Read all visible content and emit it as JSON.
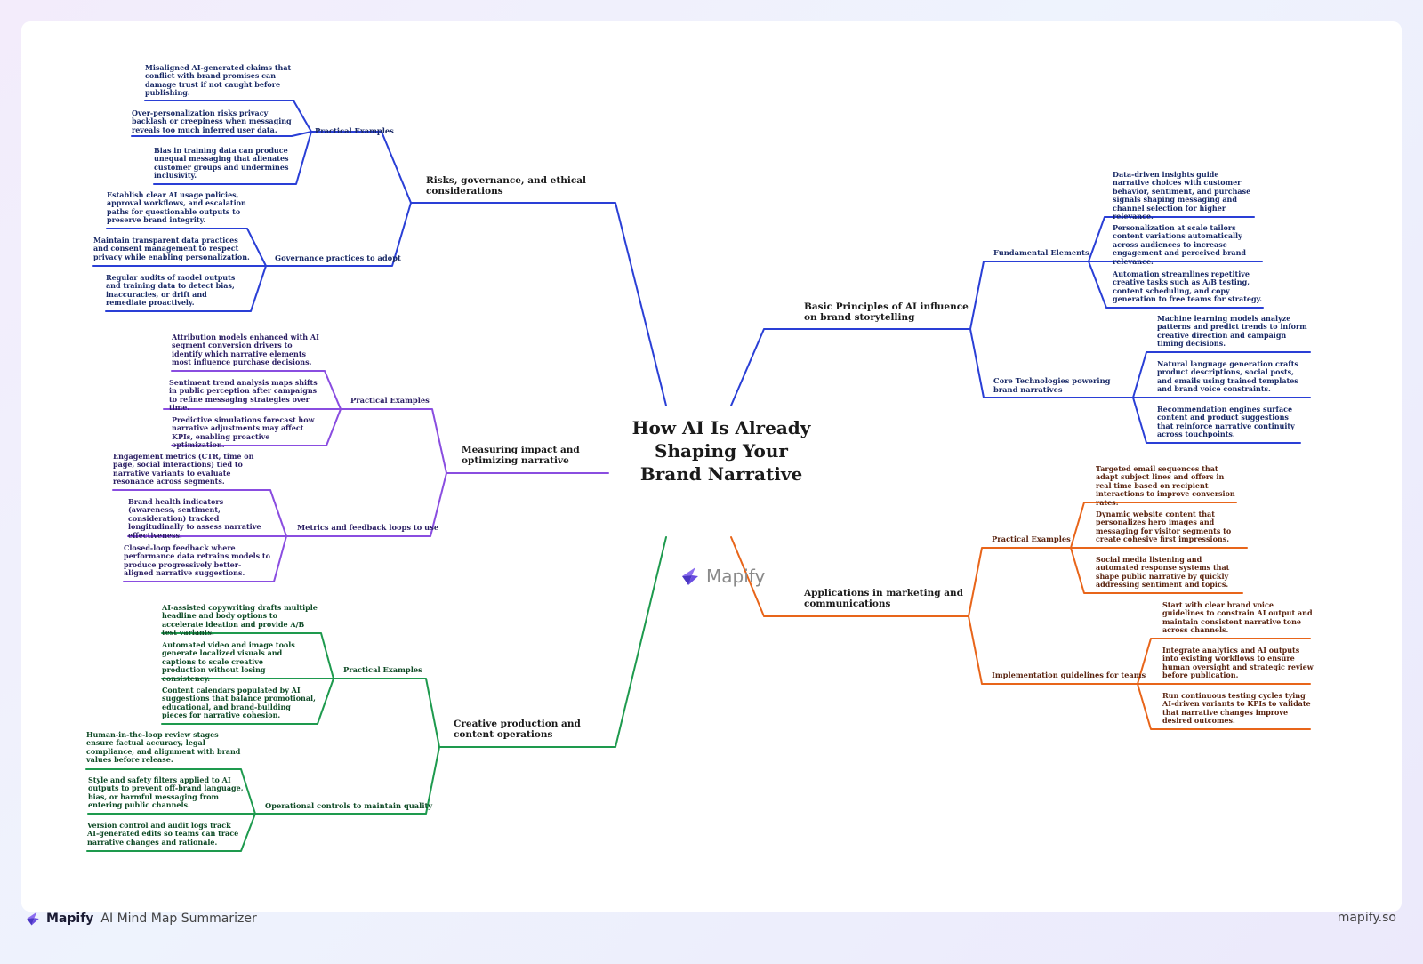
{
  "root": {
    "title": "How AI Is Already Shaping Your Brand Narrative",
    "logo_label": "Mapify"
  },
  "colors": {
    "blue": "#2a3fd6",
    "purple": "#8a4de0",
    "green": "#1e9a4e",
    "orange": "#e8651a"
  },
  "branches": {
    "risks": {
      "label": "Risks, governance, and ethical considerations",
      "practical": {
        "label": "Practical Examples",
        "leaves": [
          "Misaligned AI-generated claims that conflict with brand promises can damage trust if not caught before publishing.",
          "Over-personalization risks privacy backlash or creepiness when messaging reveals too much inferred user data.",
          "Bias in training data can produce unequal messaging that alienates customer groups and undermines inclusivity."
        ]
      },
      "governance": {
        "label": "Governance practices to adopt",
        "leaves": [
          "Establish clear AI usage policies, approval workflows, and escalation paths for questionable outputs to preserve brand integrity.",
          "Maintain transparent data practices and consent management to respect privacy while enabling personalization.",
          "Regular audits of model outputs and training data to detect bias, inaccuracies, or drift and remediate proactively."
        ]
      }
    },
    "measuring": {
      "label": "Measuring impact and optimizing narrative",
      "practical": {
        "label": "Practical Examples",
        "leaves": [
          "Attribution models enhanced with AI segment conversion drivers to identify which narrative elements most influence purchase decisions.",
          "Sentiment trend analysis maps shifts in public perception after campaigns to refine messaging strategies over time.",
          "Predictive simulations forecast how narrative adjustments may affect KPIs, enabling proactive optimization."
        ]
      },
      "metrics": {
        "label": "Metrics and feedback loops to use",
        "leaves": [
          "Engagement metrics (CTR, time on page, social interactions) tied to narrative variants to evaluate resonance across segments.",
          "Brand health indicators (awareness, sentiment, consideration) tracked longitudinally to assess narrative effectiveness.",
          "Closed-loop feedback where performance data retrains models to produce progressively better-aligned narrative suggestions."
        ]
      }
    },
    "creative": {
      "label": "Creative production and content operations",
      "practical": {
        "label": "Practical Examples",
        "leaves": [
          "AI-assisted copywriting drafts multiple headline and body options to accelerate ideation and provide A/B test variants.",
          "Automated video and image tools generate localized visuals and captions to scale creative production without losing consistency.",
          "Content calendars populated by AI suggestions that balance promotional, educational, and brand-building pieces for narrative cohesion."
        ]
      },
      "controls": {
        "label": "Operational controls to maintain quality",
        "leaves": [
          "Human-in-the-loop review stages ensure factual accuracy, legal compliance, and alignment with brand values before release.",
          "Style and safety filters applied to AI outputs to prevent off-brand language, bias, or harmful messaging from entering public channels.",
          "Version control and audit logs track AI-generated edits so teams can trace narrative changes and rationale."
        ]
      }
    },
    "principles": {
      "label": "Basic Principles of AI influence on brand storytelling",
      "fundamental": {
        "label": "Fundamental Elements",
        "leaves": [
          "Data-driven insights guide narrative choices with customer behavior, sentiment, and purchase signals shaping messaging and channel selection for higher relevance.",
          "Personalization at scale tailors content variations automatically across audiences to increase engagement and perceived brand relevance.",
          "Automation streamlines repetitive creative tasks such as A/B testing, content scheduling, and copy generation to free teams for strategy."
        ]
      },
      "core": {
        "label": "Core Technologies powering brand narratives",
        "leaves": [
          "Machine learning models analyze patterns and predict trends to inform creative direction and campaign timing decisions.",
          "Natural language generation crafts product descriptions, social posts, and emails using trained templates and brand voice constraints.",
          "Recommendation engines surface content and product suggestions that reinforce narrative continuity across touchpoints."
        ]
      }
    },
    "applications": {
      "label": "Applications in marketing and communications",
      "practical": {
        "label": "Practical Examples",
        "leaves": [
          "Targeted email sequences that adapt subject lines and offers in real time based on recipient interactions to improve conversion rates.",
          "Dynamic website content that personalizes hero images and messaging for visitor segments to create cohesive first impressions.",
          "Social media listening and automated response systems that shape public narrative by quickly addressing sentiment and topics."
        ]
      },
      "implementation": {
        "label": "Implementation guidelines for teams",
        "leaves": [
          "Start with clear brand voice guidelines to constrain AI output and maintain consistent narrative tone across channels.",
          "Integrate analytics and AI outputs into existing workflows to ensure human oversight and strategic review before publication.",
          "Run continuous testing cycles tying AI-driven variants to KPIs to validate that narrative changes improve desired outcomes."
        ]
      }
    }
  },
  "footer": {
    "brand": "Mapify",
    "tagline": "AI Mind Map Summarizer",
    "url": "mapify.so"
  }
}
